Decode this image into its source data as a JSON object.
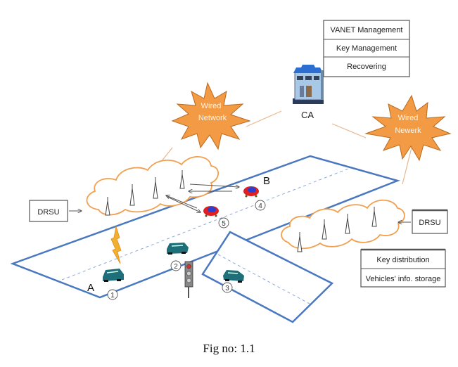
{
  "figure": {
    "caption": "Fig no: 1.1"
  },
  "ca": {
    "label": "CA",
    "functions": [
      "VANET Management",
      "Key Management",
      "Recovering"
    ]
  },
  "wired_networks": [
    {
      "line1": "Wired",
      "line2": "Network"
    },
    {
      "line1": "Wired",
      "line2": "Newerk"
    }
  ],
  "drsu": [
    {
      "label": "DRSU"
    },
    {
      "label": "DRSU"
    }
  ],
  "drsu_functions": [
    "Key distribution",
    "Vehicles' info. storage"
  ],
  "vehicles": {
    "labels": [
      "A",
      "B"
    ],
    "numbers": [
      "1",
      "2",
      "3",
      "4",
      "5"
    ]
  },
  "colors": {
    "road": "#4a78c0",
    "cloud": "#f0a050",
    "star": "#f29a44",
    "teal_car": "#1f6f7a",
    "red_car": "#e02020",
    "blue_roof": "#2a3fd0"
  }
}
